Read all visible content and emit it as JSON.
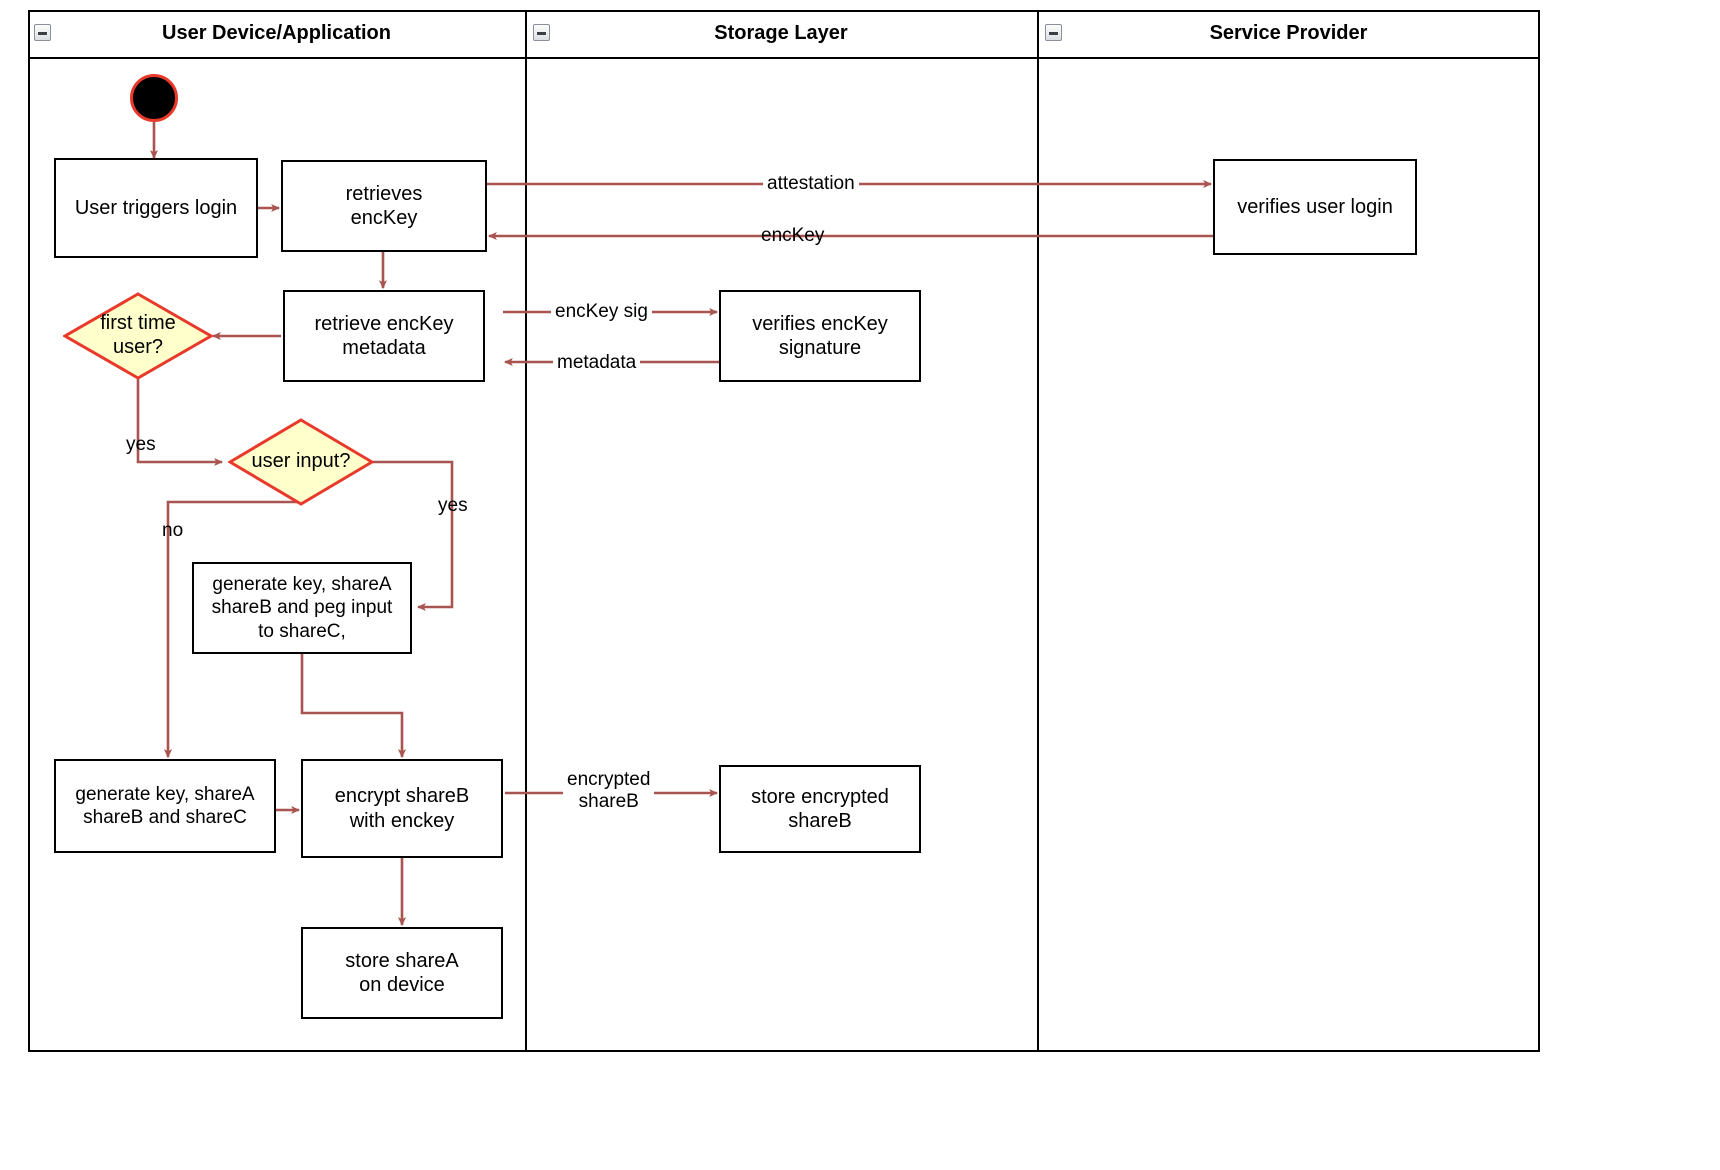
{
  "diagram": {
    "type": "uml-activity-swimlane",
    "title": "Login and key-share provisioning flow"
  },
  "lanes": [
    {
      "id": "user-device",
      "title": "User Device/Application",
      "collapse_icon": "minus-icon"
    },
    {
      "id": "storage-layer",
      "title": "Storage Layer",
      "collapse_icon": "minus-icon"
    },
    {
      "id": "service-provider",
      "title": "Service Provider",
      "collapse_icon": "minus-icon"
    }
  ],
  "nodes": {
    "start": {
      "label": "",
      "shape": "initial-node"
    },
    "user_triggers_login": {
      "label": "User triggers login",
      "shape": "activity"
    },
    "retrieves_enckey": {
      "label": "retrieves\nencKey",
      "line1": "retrieves",
      "line2": "encKey",
      "shape": "activity"
    },
    "verifies_user_login": {
      "label": "verifies user login",
      "shape": "activity"
    },
    "retrieve_enckey_metadata": {
      "line1": "retrieve encKey",
      "line2": "metadata",
      "shape": "activity"
    },
    "verifies_enckey_signature": {
      "label": "verifies encKey signature",
      "shape": "activity"
    },
    "first_time_user": {
      "line1": "first time",
      "line2": "user?",
      "shape": "decision"
    },
    "user_input": {
      "label": "user input?",
      "shape": "decision"
    },
    "generate_peg": {
      "line1": "generate key, shareA",
      "line2": "shareB and peg input",
      "line3": "to shareC,",
      "shape": "activity"
    },
    "generate_shares": {
      "line1": "generate key, shareA",
      "line2": "shareB and shareC",
      "shape": "activity"
    },
    "encrypt_shareb": {
      "line1": "encrypt shareB",
      "line2": "with enckey",
      "shape": "activity"
    },
    "store_encrypted_shareb": {
      "line1": "store encrypted",
      "line2": "shareB",
      "shape": "activity"
    },
    "store_sharea": {
      "line1": "store shareA",
      "line2": "on device",
      "shape": "activity"
    }
  },
  "edge_labels": {
    "attestation": "attestation",
    "enckey": "encKey",
    "enckey_sig": "encKey sig",
    "metadata": "metadata",
    "yes_first_time": "yes",
    "yes_user_input": "yes",
    "no_user_input": "no",
    "encrypted_shareb_l1": "encrypted",
    "encrypted_shareb_l2": "shareB"
  },
  "colors": {
    "edge": "#a85450",
    "node_border": "#000000",
    "node_fill": "#ffffff",
    "decision_fill": "#ffffcc",
    "decision_border": "#e8392b",
    "start_fill": "#000000",
    "start_border": "#e8392b",
    "lane_border": "#000000",
    "text": "#000000"
  }
}
